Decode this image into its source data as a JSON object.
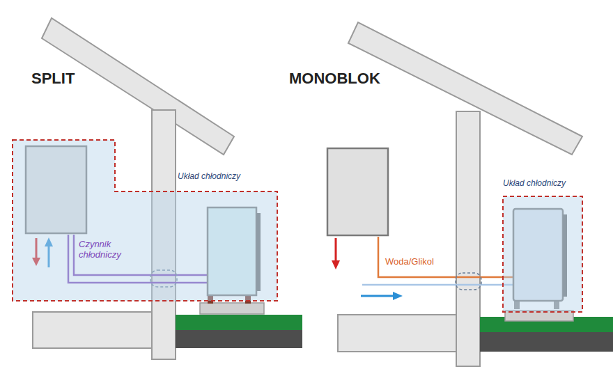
{
  "diagram": {
    "nodes": [
      {
        "text": [
          "Układ chłodniczy"
        ]
      },
      {
        "text": [
          "Układ chłodniczy"
        ]
      }
    ],
    "labels": [
      "SPLIT",
      "MONOBLOK",
      "Czynnik chłodniczy",
      "Woda/Glikol"
    ]
  }
}
